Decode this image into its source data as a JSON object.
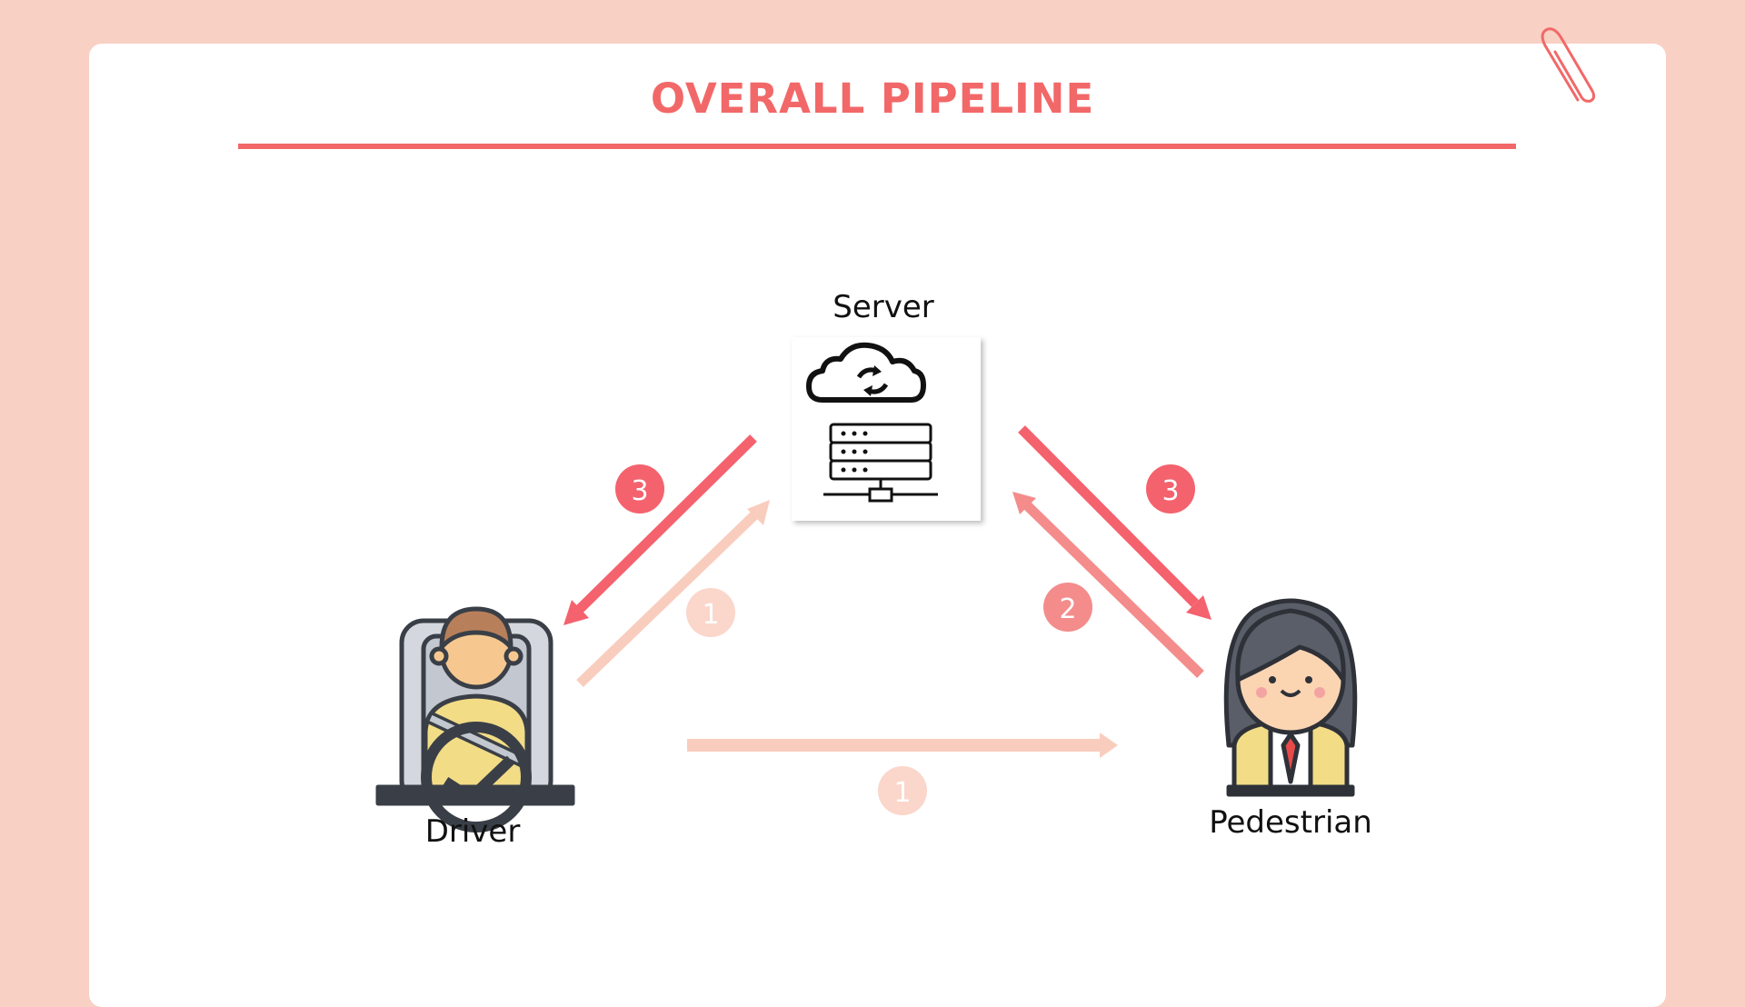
{
  "slide": {
    "title": "OVERALL PIPELINE"
  },
  "nodes": {
    "server": {
      "label": "Server"
    },
    "driver": {
      "label": "Driver"
    },
    "pedestrian": {
      "label": "Pedestrian"
    }
  },
  "steps": {
    "server_to_driver": "3",
    "driver_to_server": "1",
    "server_to_pedestrian": "3",
    "pedestrian_to_server": "2",
    "driver_to_pedestrian": "1"
  },
  "colors": {
    "background": "#f8d0c4",
    "accent": "#f26868",
    "strong_arrow": "#f4626e",
    "medium_arrow": "#f48c8c",
    "faint_arrow": "#f9cdbe"
  },
  "icons": {
    "server": "cloud-sync-server-icon",
    "driver": "driver-steering-wheel-icon",
    "pedestrian": "student-pedestrian-icon",
    "decoration": "paperclip-icon"
  }
}
